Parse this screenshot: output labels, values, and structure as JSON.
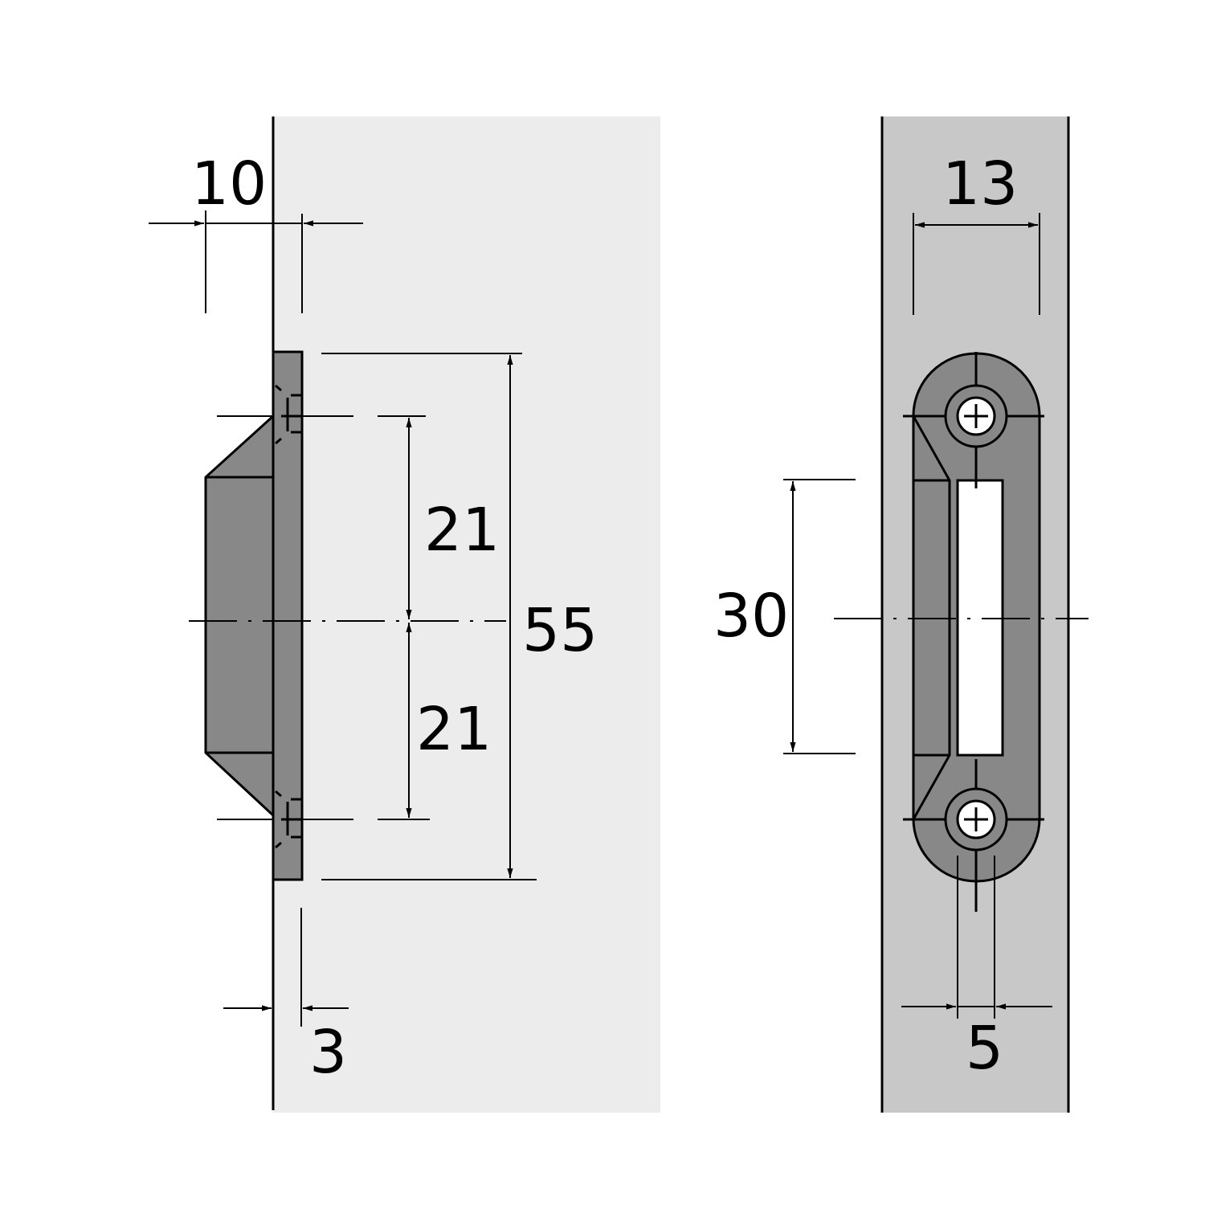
{
  "colors": {
    "left_panel": "#ececec",
    "right_panel": "#c8c8c8",
    "part": "#888888"
  },
  "side_view": {
    "dim_top": "10",
    "dim_bottom": "3",
    "dim_upper_half": "21",
    "dim_lower_half": "21",
    "dim_total_height": "55"
  },
  "front_view": {
    "dim_width": "13",
    "dim_slot_height": "30",
    "dim_slot_width": "5"
  }
}
